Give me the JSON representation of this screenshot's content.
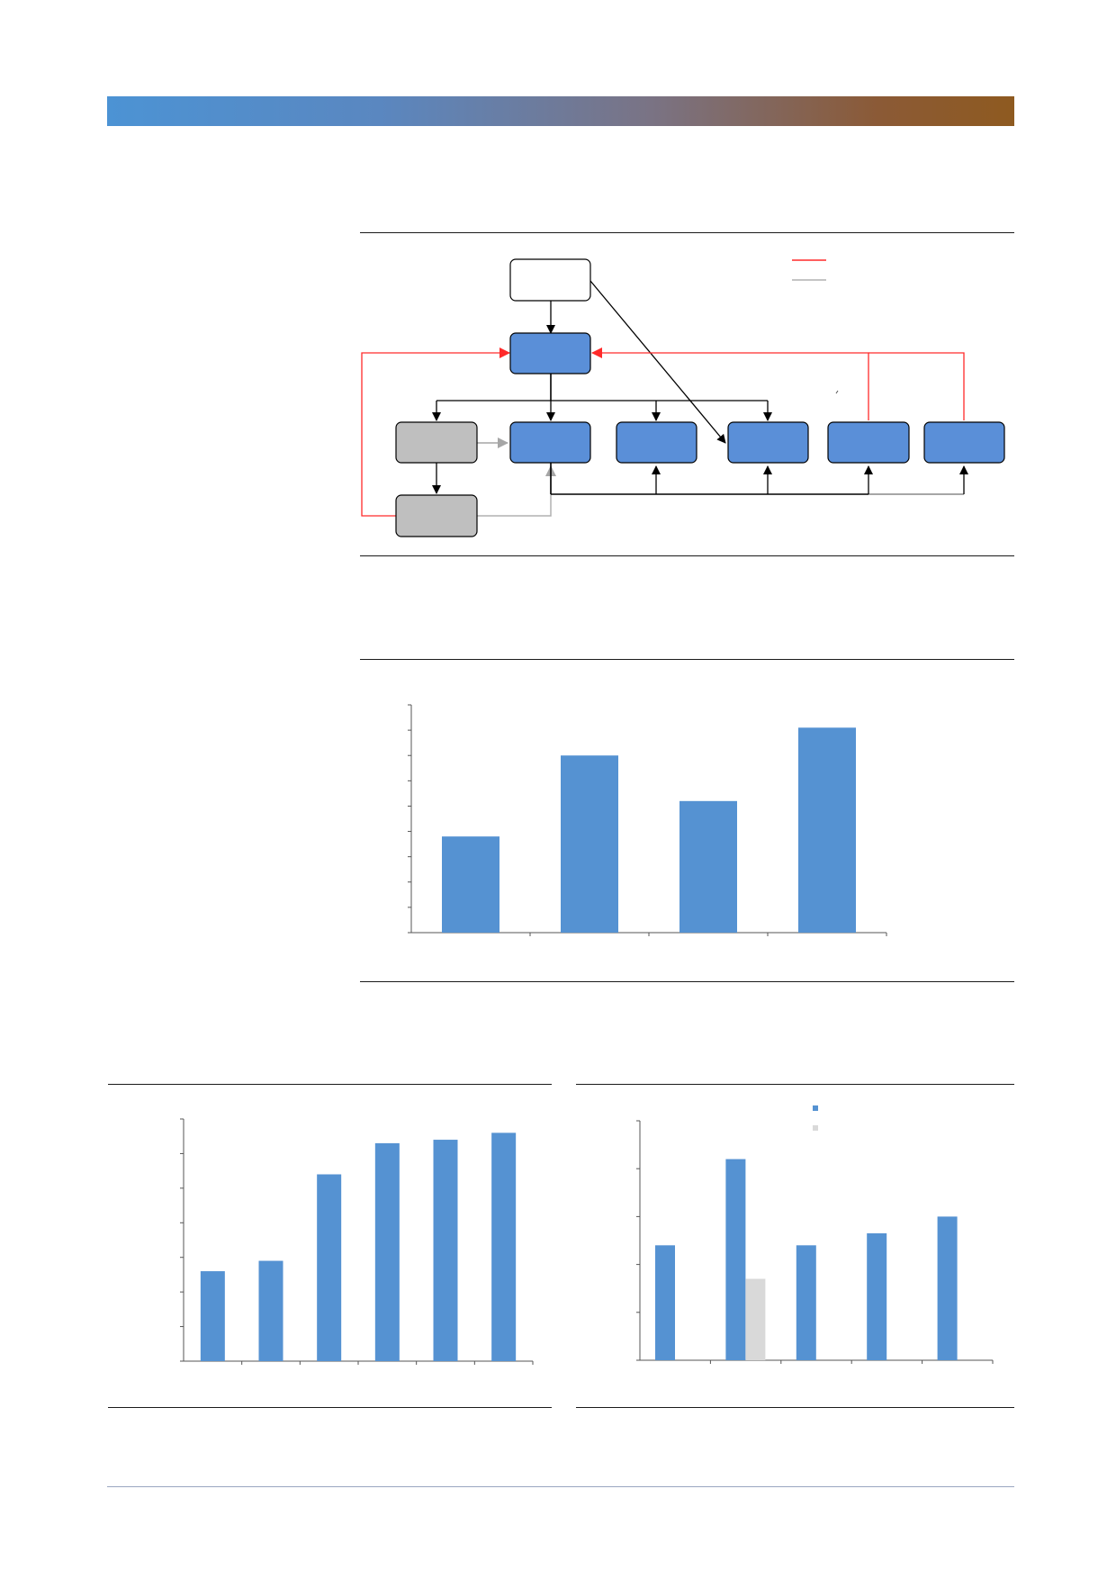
{
  "colors": {
    "bar_primary": "#5592d2",
    "bar_secondary": "#d9d9d9",
    "node_blue": "#5a8fd8",
    "node_gray": "#bfbfbf",
    "line_red": "#ff2a2a",
    "line_gray": "#b0b0b0"
  },
  "diagram": {
    "nodes": [],
    "legend": [
      {
        "color": "red"
      },
      {
        "color": "gray"
      }
    ]
  },
  "chart_data": [
    {
      "type": "bar",
      "categories": [
        "",
        "",
        "",
        ""
      ],
      "values": [
        3.8,
        7.0,
        5.2,
        8.1
      ],
      "ylim": [
        0,
        9
      ],
      "yticks": 9,
      "grid": false
    },
    {
      "type": "bar",
      "categories": [
        "",
        "",
        "",
        "",
        "",
        ""
      ],
      "values": [
        2.6,
        2.9,
        5.4,
        6.3,
        6.4,
        6.6
      ],
      "ylim": [
        0,
        7
      ],
      "yticks": 7,
      "grid": false
    },
    {
      "type": "bar",
      "categories": [
        "",
        "",
        "",
        "",
        ""
      ],
      "series": [
        {
          "values": [
            2.4,
            4.2,
            2.4,
            2.65,
            3.0
          ]
        },
        {
          "values": [
            null,
            1.7,
            null,
            null,
            null
          ]
        }
      ],
      "ylim": [
        0,
        5
      ],
      "yticks": 5,
      "grid": false,
      "legend": "top-center"
    }
  ]
}
